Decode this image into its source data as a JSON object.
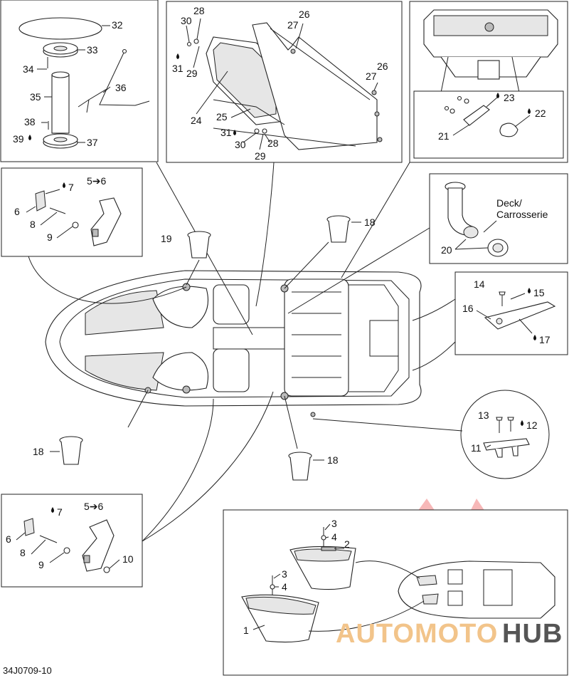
{
  "labels": {
    "n1": "1",
    "n2": "2",
    "n3a": "3",
    "n3b": "3",
    "n4a": "4",
    "n4b": "4",
    "n5a": "5➔6",
    "n5b": "5➔6",
    "n6a": "6",
    "n6b": "6",
    "n7a": "7",
    "n7b": "7",
    "n8a": "8",
    "n8b": "8",
    "n9a": "9",
    "n9b": "9",
    "n10": "10",
    "n11": "11",
    "n12": "12",
    "n13": "13",
    "n14": "14",
    "n15": "15",
    "n16": "16",
    "n17": "17",
    "n18a": "18",
    "n18b": "18",
    "n18c": "18",
    "n19": "19",
    "n20": "20",
    "n21": "21",
    "n22": "22",
    "n23": "23",
    "n24": "24",
    "n25": "25",
    "n26a": "26",
    "n26b": "26",
    "n27a": "27",
    "n27b": "27",
    "n28a": "28",
    "n28b": "28",
    "n29a": "29",
    "n29b": "29",
    "n30a": "30",
    "n30b": "30",
    "n31a": "31",
    "n31b": "31",
    "n32": "32",
    "n33": "33",
    "n34": "34",
    "n35": "35",
    "n36": "36",
    "n37": "37",
    "n38": "38",
    "n39": "39"
  },
  "deck_note": {
    "line1": "Deck/",
    "line2": "Carrosserie"
  },
  "drawing_code": "34J0709-10",
  "watermark": {
    "part1": "AUTOMOTO",
    "part2": "HUB",
    "color1": "#f2c48a",
    "color2": "#555555",
    "logo_color": "#f08080"
  }
}
